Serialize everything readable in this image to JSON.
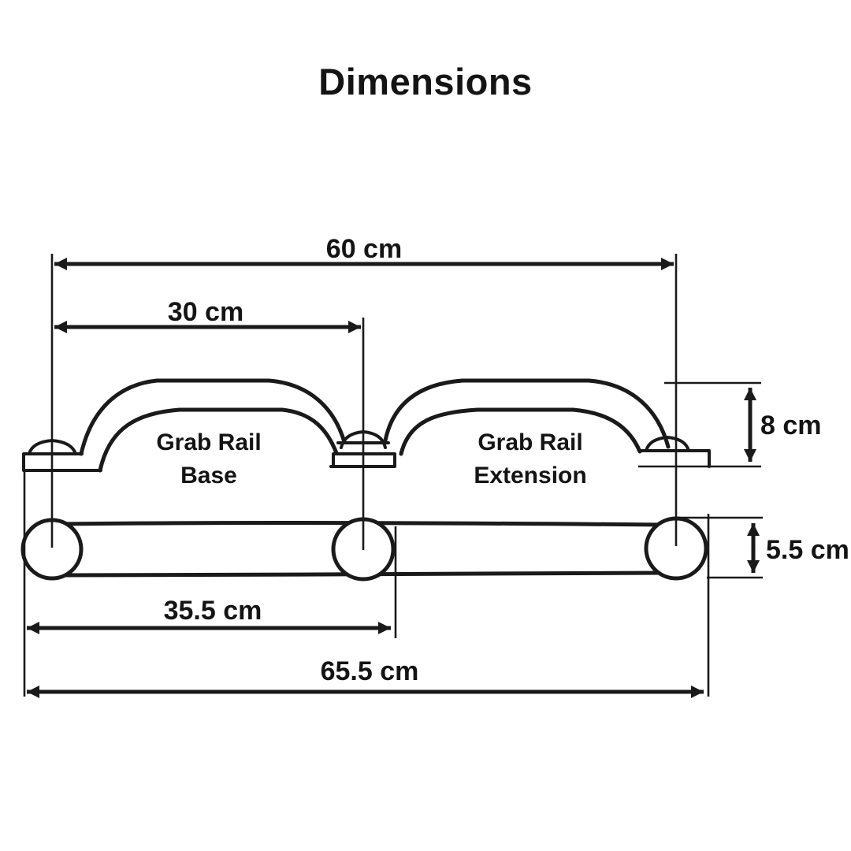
{
  "title": "Dimensions",
  "colors": {
    "ink": "#1a1a1a",
    "background": "#ffffff",
    "text": "#141414"
  },
  "parts": {
    "base": {
      "label_line1": "Grab Rail",
      "label_line2": "Base"
    },
    "extension": {
      "label_line1": "Grab Rail",
      "label_line2": "Extension"
    }
  },
  "dimensions": {
    "top_overall": "60 cm",
    "top_base": "30 cm",
    "rail_height": "8 cm",
    "tube_diameter": "5.5 cm",
    "bottom_base": "35.5 cm",
    "bottom_overall": "65.5 cm"
  }
}
